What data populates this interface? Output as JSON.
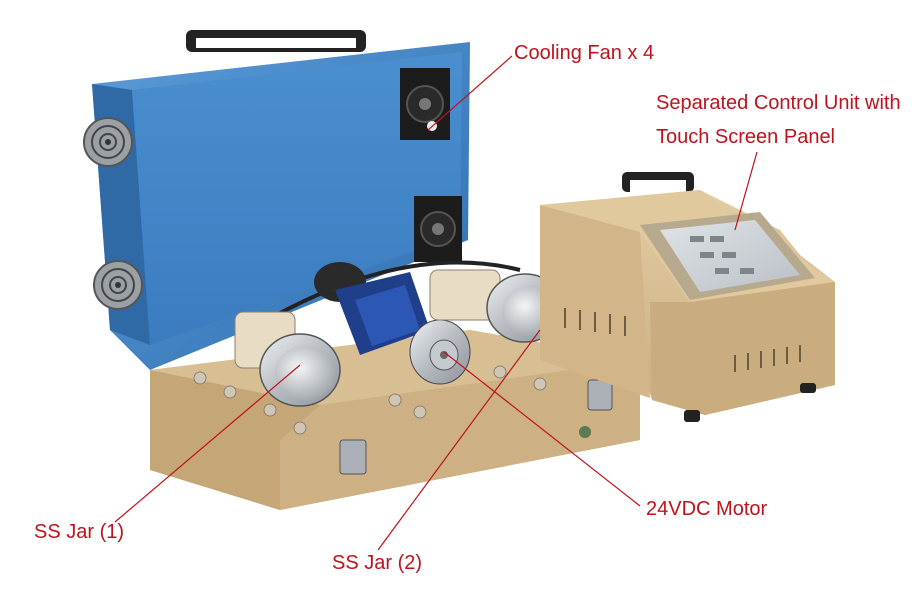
{
  "labels": {
    "cooling_fan": "Cooling Fan x 4",
    "control_unit_line1": "Separated Control Unit with",
    "control_unit_line2": "Touch Screen Panel",
    "motor": "24VDC Motor",
    "jar1": "SS Jar (1)",
    "jar2": "SS Jar (2)"
  },
  "colors": {
    "annotation": "#c0121b",
    "case_blue": "#3f86c8",
    "body_beige": "#d9bf95",
    "steel": "#c8ccd0"
  }
}
